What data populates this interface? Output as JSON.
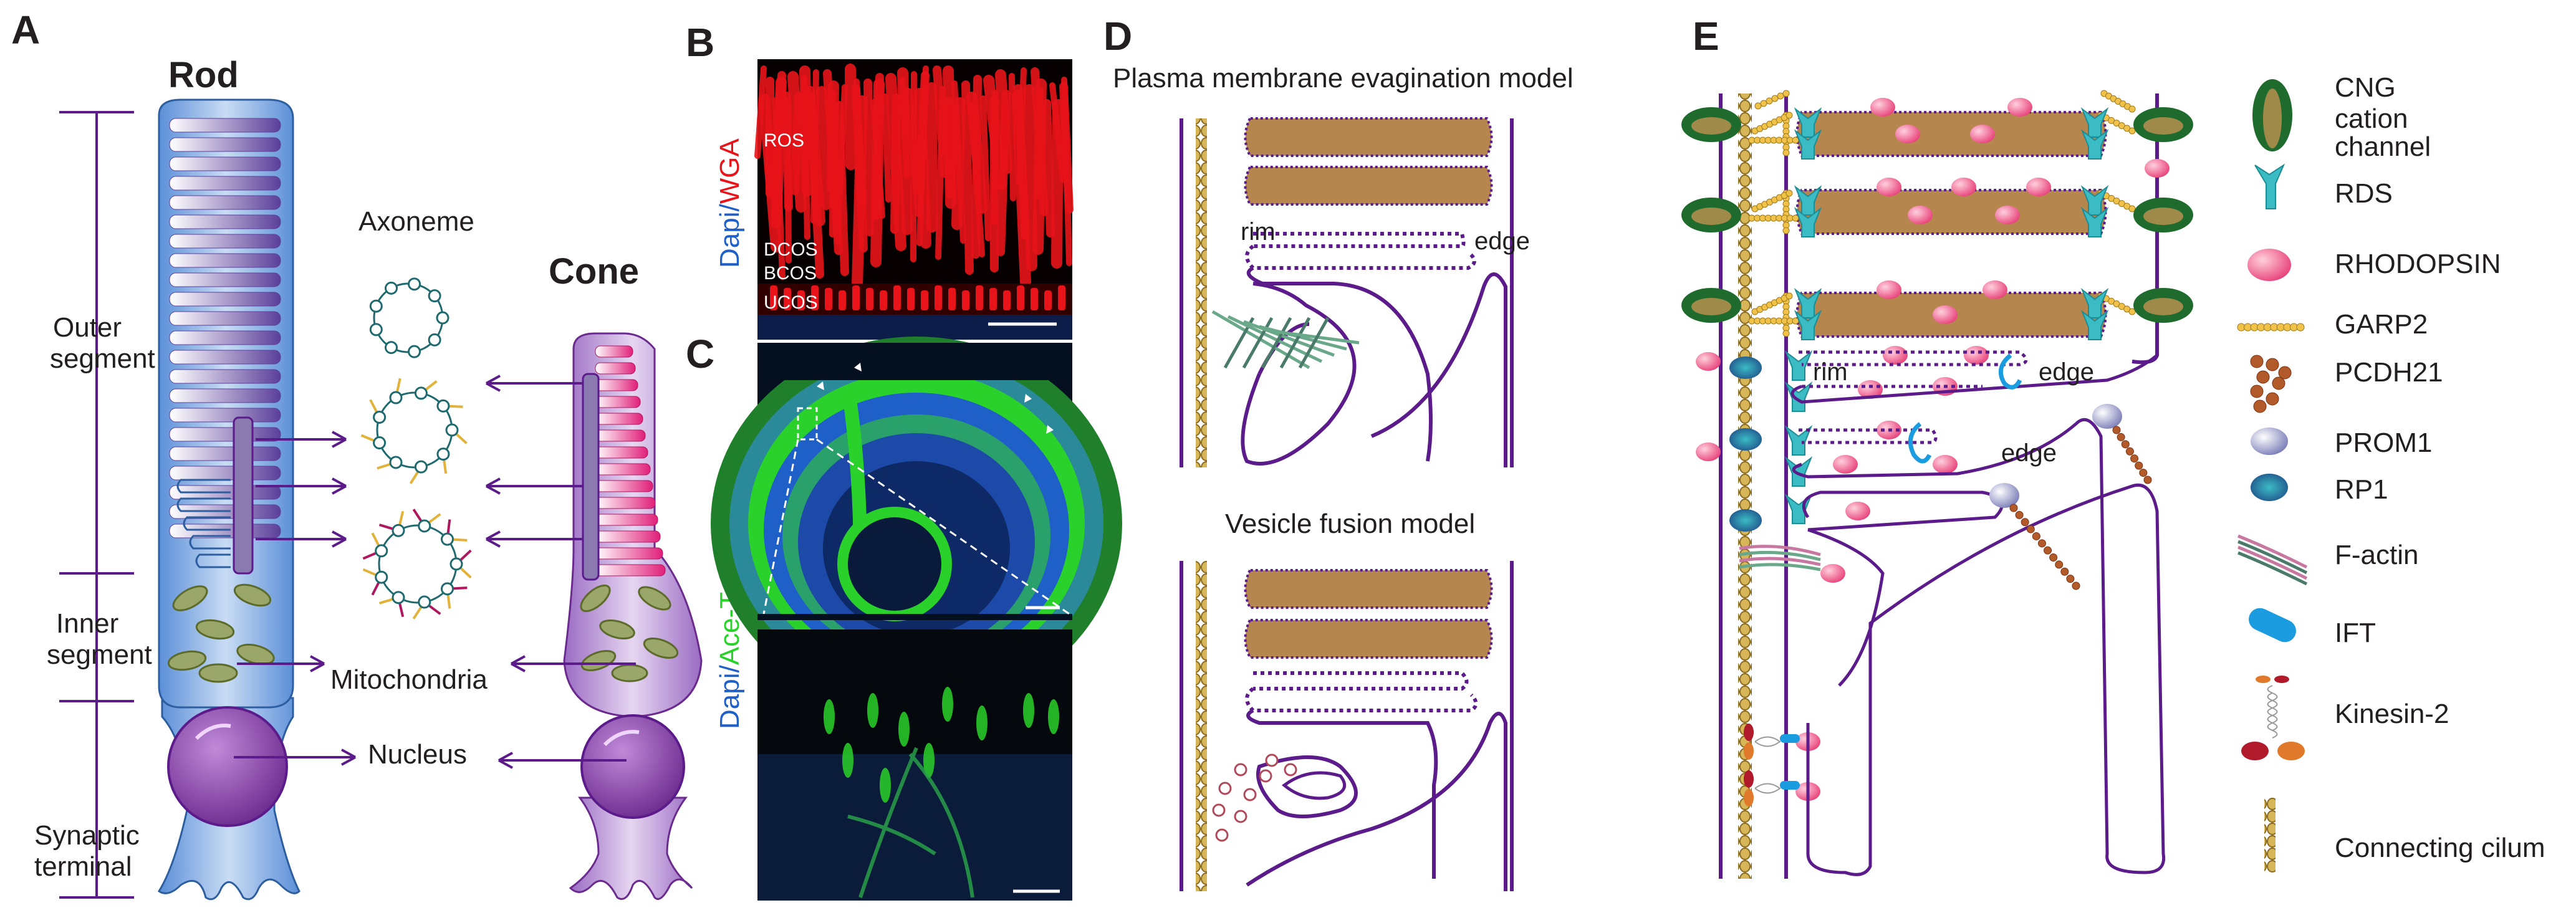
{
  "panels": {
    "a": "A",
    "b": "B",
    "c": "C",
    "d": "D",
    "e": "E"
  },
  "panel_a": {
    "rod": "Rod",
    "cone": "Cone",
    "axoneme": "Axoneme",
    "outer_segment_1": "Outer",
    "outer_segment_2": "segment",
    "inner_segment_1": "Inner",
    "inner_segment_2": "segment",
    "synaptic_1": "Synaptic",
    "synaptic_2": "terminal",
    "mitochondria": "Mitochondria",
    "nucleus": "Nucleus"
  },
  "panel_b": {
    "stain_a": "Dapi/",
    "stain_b": "WGA",
    "ros": "ROS",
    "dcos": "DCOS",
    "bcos": "BCOS",
    "ucos": "UCOS"
  },
  "panel_c": {
    "stain_a": "Dapi/",
    "stain_b": "Ace-Tub"
  },
  "panel_d": {
    "model_1": "Plasma membrane evagination model",
    "model_2": "Vesicle fusion model",
    "rim": "rim",
    "edge": "edge"
  },
  "panel_e": {
    "rim": "rim",
    "edge_1": "edge",
    "edge_2": "edge"
  },
  "legend": [
    {
      "label": "CNG\ncation\nchannel",
      "icon": "cng-channel-icon"
    },
    {
      "label": "RDS",
      "icon": "rds-icon"
    },
    {
      "label": "RHODOPSIN",
      "icon": "rhodopsin-icon"
    },
    {
      "label": "GARP2",
      "icon": "garp2-icon"
    },
    {
      "label": "PCDH21",
      "icon": "pcdh21-icon"
    },
    {
      "label": "PROM1",
      "icon": "prom1-icon"
    },
    {
      "label": "RP1",
      "icon": "rp1-icon"
    },
    {
      "label": "F-actin",
      "icon": "f-actin-icon"
    },
    {
      "label": "IFT",
      "icon": "ift-icon"
    },
    {
      "label": "Kinesin-2",
      "icon": "kinesin-2-icon"
    },
    {
      "label": "Connecting cilum",
      "icon": "connecting-cilium-icon"
    }
  ],
  "colors": {
    "purple": "#5b1b8a",
    "disc_brown": "#b5874f",
    "rod_blue": "#7aa7e0",
    "cone_purple": "#b48ad1",
    "rhodopsin_pink": "#e8437a",
    "rds_teal": "#3bbcc4",
    "cng_green": "#1f6b2e",
    "wga_red": "#e8141a",
    "acetub_green": "#2ad12a",
    "dapi_blue": "#1f5fc8"
  }
}
